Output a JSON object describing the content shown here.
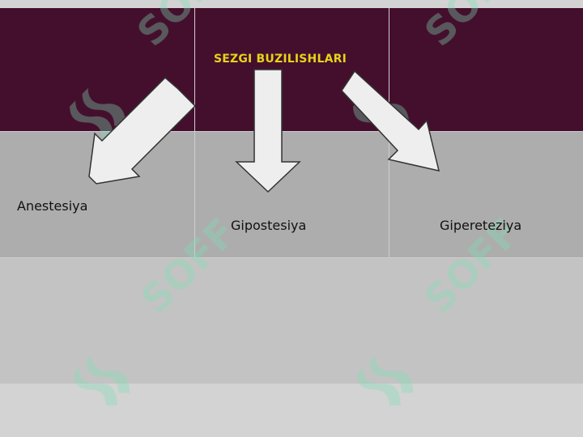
{
  "diagram": {
    "title": "SEZGI BUZILISHLARI",
    "items": [
      {
        "label": "Anestesiya"
      },
      {
        "label": "Gipostesiya"
      },
      {
        "label": "Gipereteziya"
      }
    ]
  },
  "watermark": {
    "text": "SOFF",
    "opacity_note": "faint"
  },
  "colors": {
    "header_bg": "#440f2d",
    "content_bg": "#adadad",
    "empty_bg": "#c3c3c3",
    "title_color": "#e8d21a",
    "arrow_fill": "#eeeeee",
    "arrow_stroke": "#333333",
    "watermark_color": "#7fe0b7"
  }
}
